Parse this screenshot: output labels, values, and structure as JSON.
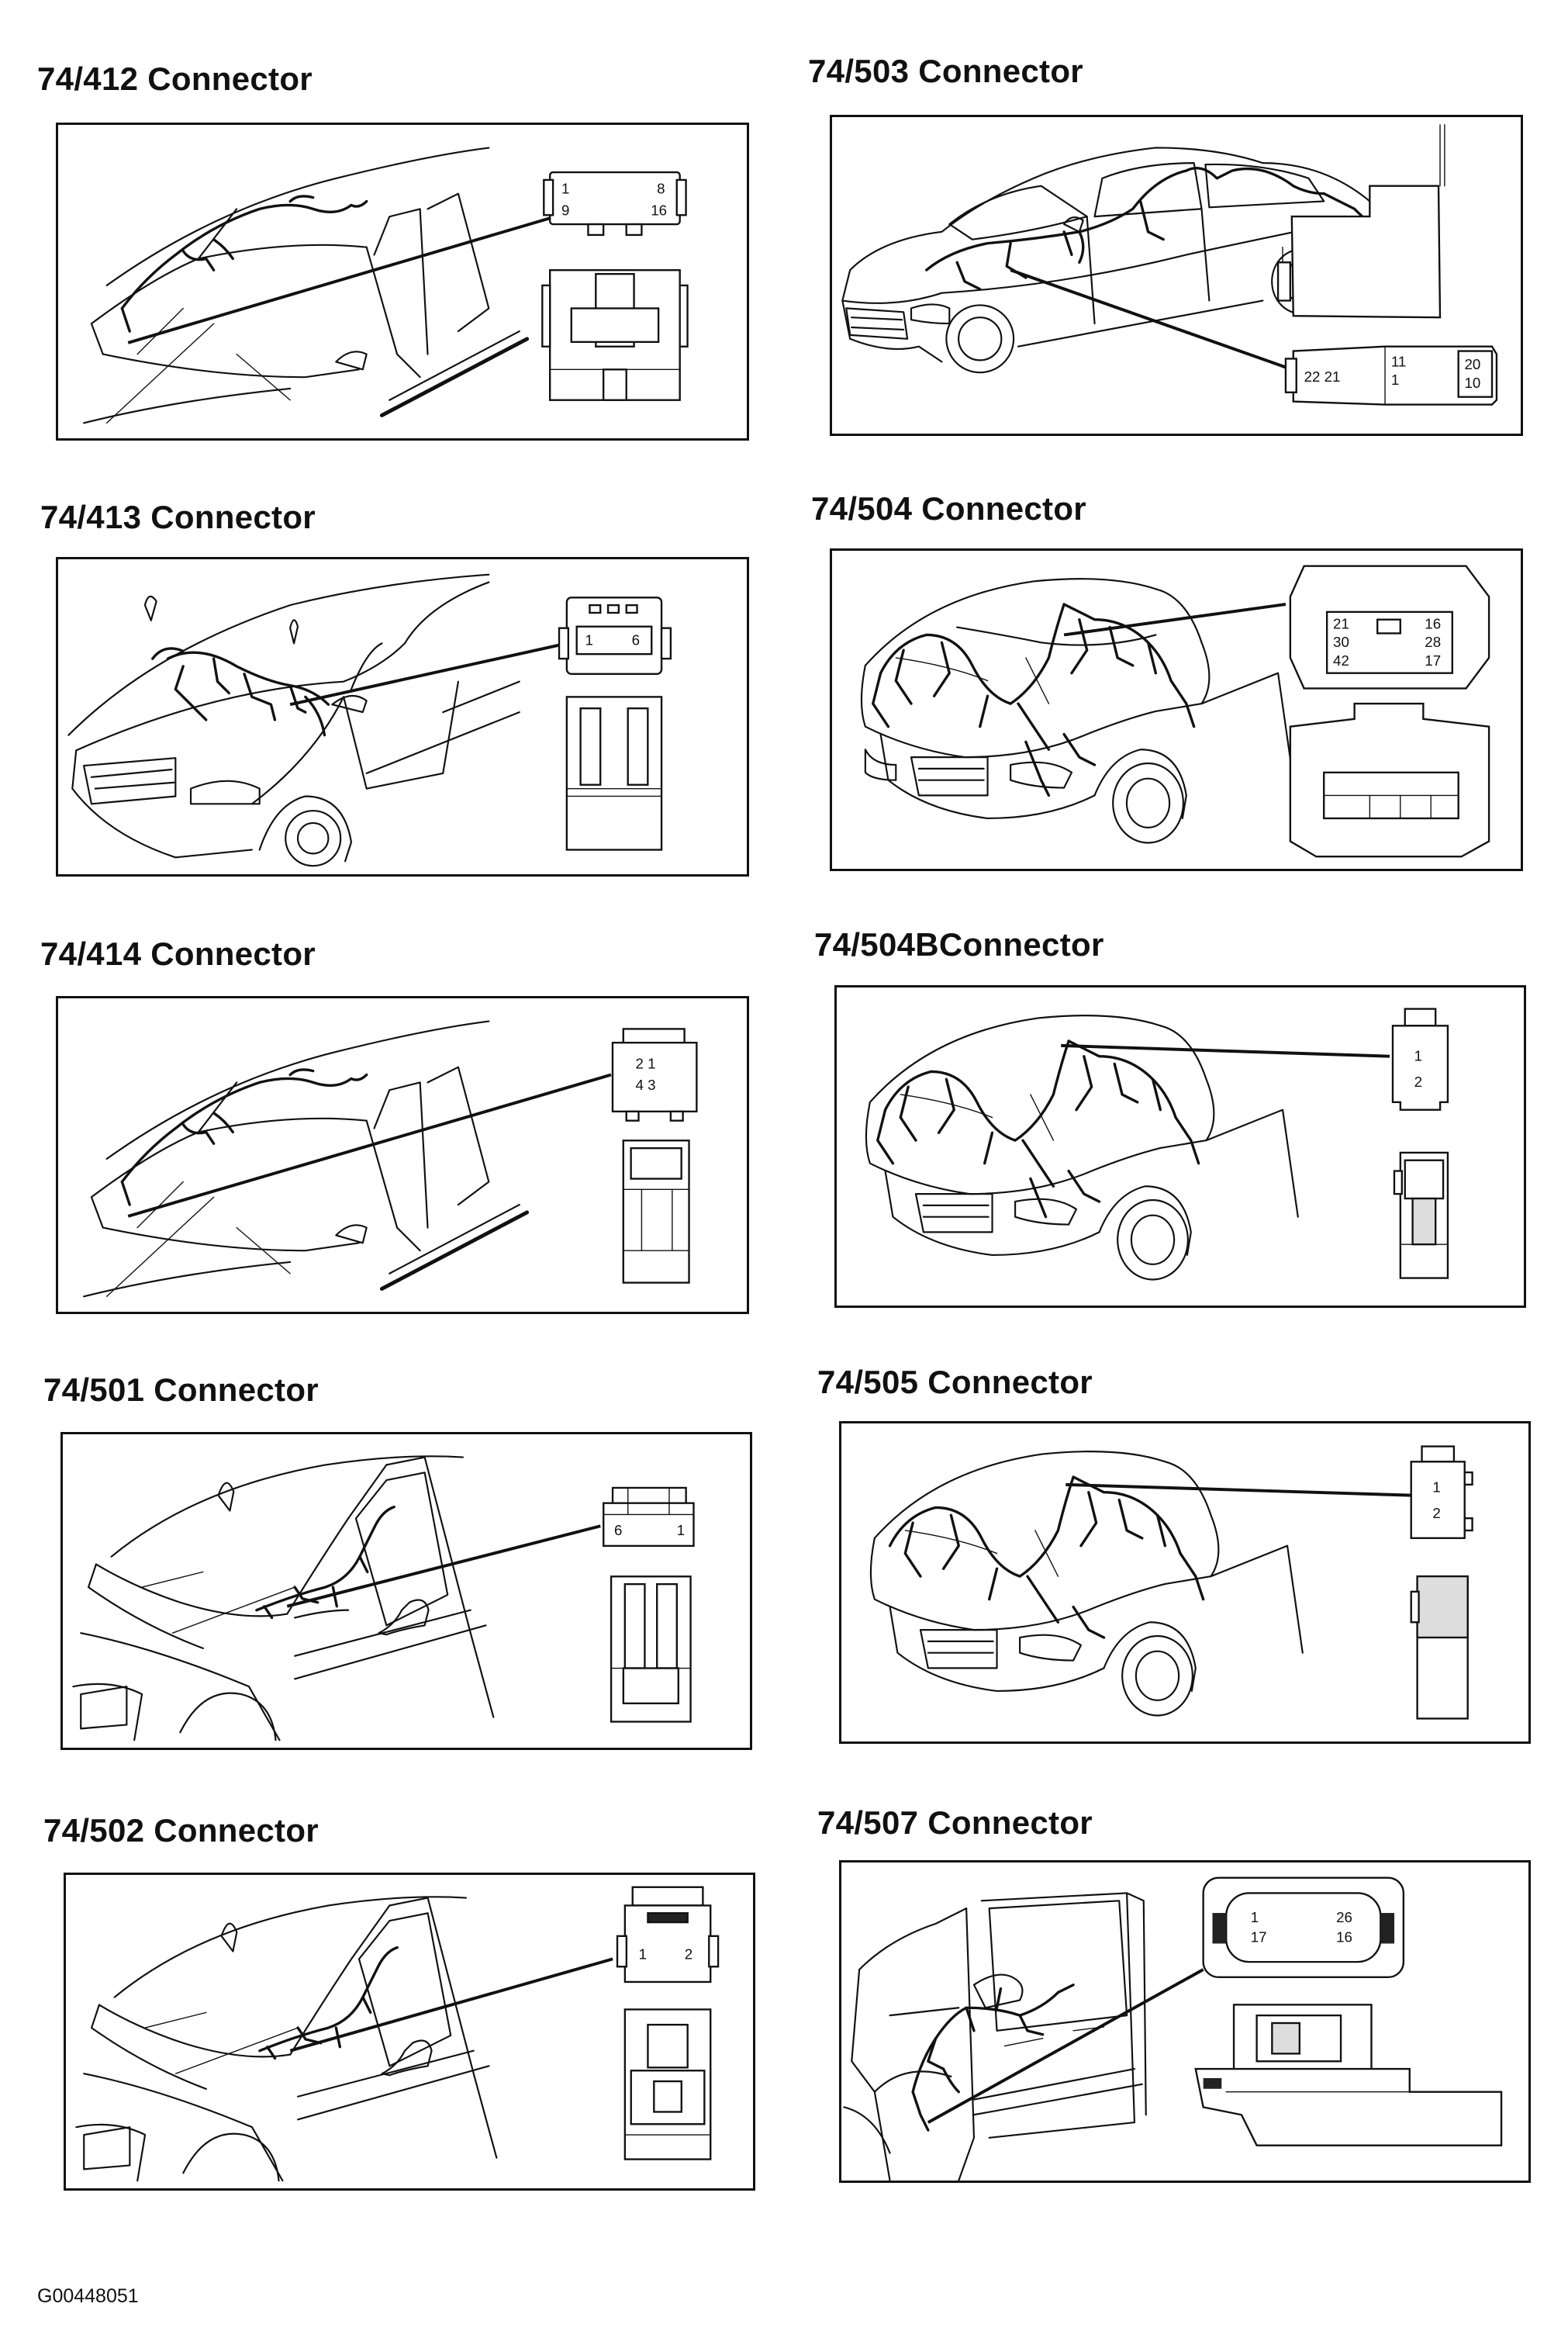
{
  "figure_code": "G00448051",
  "panels": [
    {
      "id": "p412",
      "title": "74/412 Connector",
      "view": "windshield",
      "pins": [
        "1",
        "8",
        "9",
        "16"
      ]
    },
    {
      "id": "p503",
      "title": "74/503 Connector",
      "view": "fullcar",
      "pins": [
        "22 21",
        "11",
        "1",
        "20",
        "10"
      ]
    },
    {
      "id": "p413",
      "title": "74/413 Connector",
      "view": "frontleft",
      "pins": [
        "1",
        "6"
      ]
    },
    {
      "id": "p504",
      "title": "74/504 Connector",
      "view": "engine",
      "pins": [
        "21",
        "16",
        "30",
        "28",
        "42",
        "17"
      ]
    },
    {
      "id": "p414",
      "title": "74/414 Connector",
      "view": "windshield",
      "pins": [
        "2 1",
        "4 3"
      ]
    },
    {
      "id": "p504b",
      "title": "74/504BConnector",
      "view": "engine",
      "pins": [
        "1",
        "2"
      ]
    },
    {
      "id": "p501",
      "title": "74/501 Connector",
      "view": "apillar",
      "pins": [
        "6",
        "1"
      ]
    },
    {
      "id": "p505",
      "title": "74/505 Connector",
      "view": "engine",
      "pins": [
        "1",
        "2"
      ]
    },
    {
      "id": "p502",
      "title": "74/502 Connector",
      "view": "apillar",
      "pins": [
        "1",
        "2"
      ]
    },
    {
      "id": "p507",
      "title": "74/507 Connector",
      "view": "door",
      "pins": [
        "1",
        "26",
        "17",
        "16"
      ]
    }
  ]
}
